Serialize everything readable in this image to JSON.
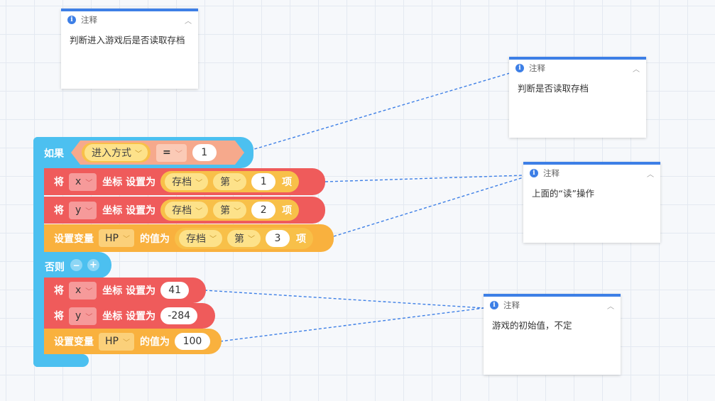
{
  "notes": [
    {
      "title": "注释",
      "text": "判断进入游戏后是否读取存档"
    },
    {
      "title": "注释",
      "text": "判断是否读取存档"
    },
    {
      "title": "注释",
      "text": "上面的“读”操作"
    },
    {
      "title": "注释",
      "text": "游戏的初始值，不定"
    }
  ],
  "if_block": {
    "if_label": "如果",
    "condition": {
      "left": "进入方式",
      "op": "=",
      "right": "1"
    },
    "else_label": "否则",
    "minus": "−",
    "plus": "+"
  },
  "then_rows": [
    {
      "prefix": "将",
      "var": "x",
      "mid": "坐标 设置为",
      "list": "存档",
      "index_label": "第",
      "index": "1",
      "suffix": "项"
    },
    {
      "prefix": "将",
      "var": "y",
      "mid": "坐标 设置为",
      "list": "存档",
      "index_label": "第",
      "index": "2",
      "suffix": "项"
    },
    {
      "prefix": "设置变量",
      "var": "HP",
      "mid": "的值为",
      "list": "存档",
      "index_label": "第",
      "index": "3",
      "suffix": "项"
    }
  ],
  "else_rows": [
    {
      "prefix": "将",
      "var": "x",
      "mid": "坐标 设置为",
      "value": "41"
    },
    {
      "prefix": "将",
      "var": "y",
      "mid": "坐标 设置为",
      "value": "-284"
    },
    {
      "prefix": "设置变量",
      "var": "HP",
      "mid": "的值为",
      "value": "100"
    }
  ],
  "colors": {
    "accent": "#3d7fe6",
    "control": "#4cc0f0",
    "motion": "#ef5b5b",
    "variable": "#f9b13e"
  },
  "icons": {
    "note": "info-icon",
    "collapse": "chevron-up-icon",
    "dropdown": "chevron-down-icon"
  }
}
